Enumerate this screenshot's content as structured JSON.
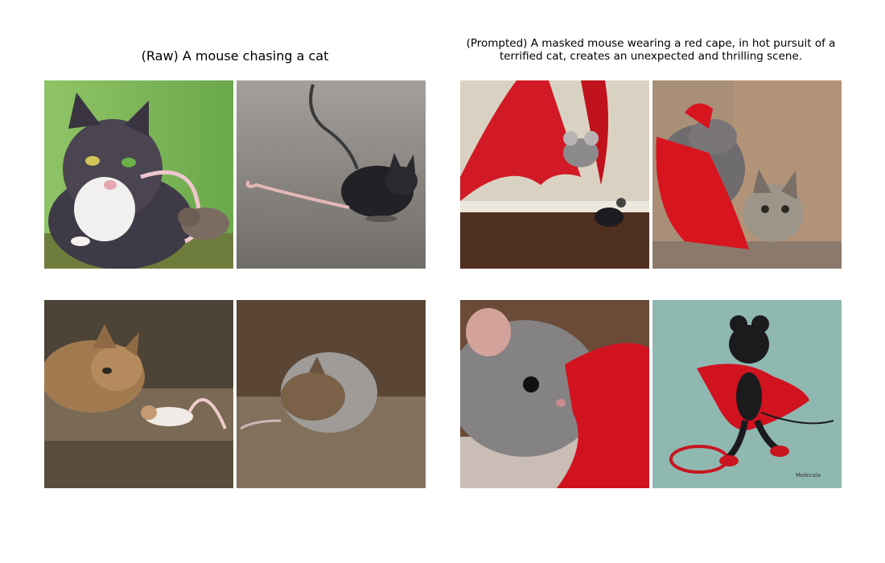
{
  "panels": {
    "left": {
      "title": "(Raw) A mouse chasing a cat",
      "images": [
        {
          "subject": "tabby cat crouching on grass with small cat-like mouse",
          "background": "#7fb552"
        },
        {
          "subject": "black mouse-cat hybrid walking on grey floor",
          "background": "#8d8a86"
        },
        {
          "subject": "tabby cat stalking white mouse on wooden floor",
          "background": "#5a4f40"
        },
        {
          "subject": "brown furry mouse crouching on wooden floor",
          "background": "#6f5a47"
        }
      ]
    },
    "right": {
      "title": "(Prompted) A masked mouse wearing a red cape, in hot pursuit of a terrified cat, creates an unexpected and thrilling scene.",
      "images": [
        {
          "subject": "grey mouse flying with red cape, black mouse on floor",
          "background": "#bfb8a7"
        },
        {
          "subject": "mouse in red cape and red hat next to scared cat near a box",
          "background": "#9a7f66"
        },
        {
          "subject": "close-up of grey mouse face near red cloth",
          "background": "#6b4b38"
        },
        {
          "subject": "cartoon black mouse hero with red cape and mask",
          "background": "#8ab5ad"
        }
      ]
    }
  },
  "illustration_signature": "Molecula"
}
